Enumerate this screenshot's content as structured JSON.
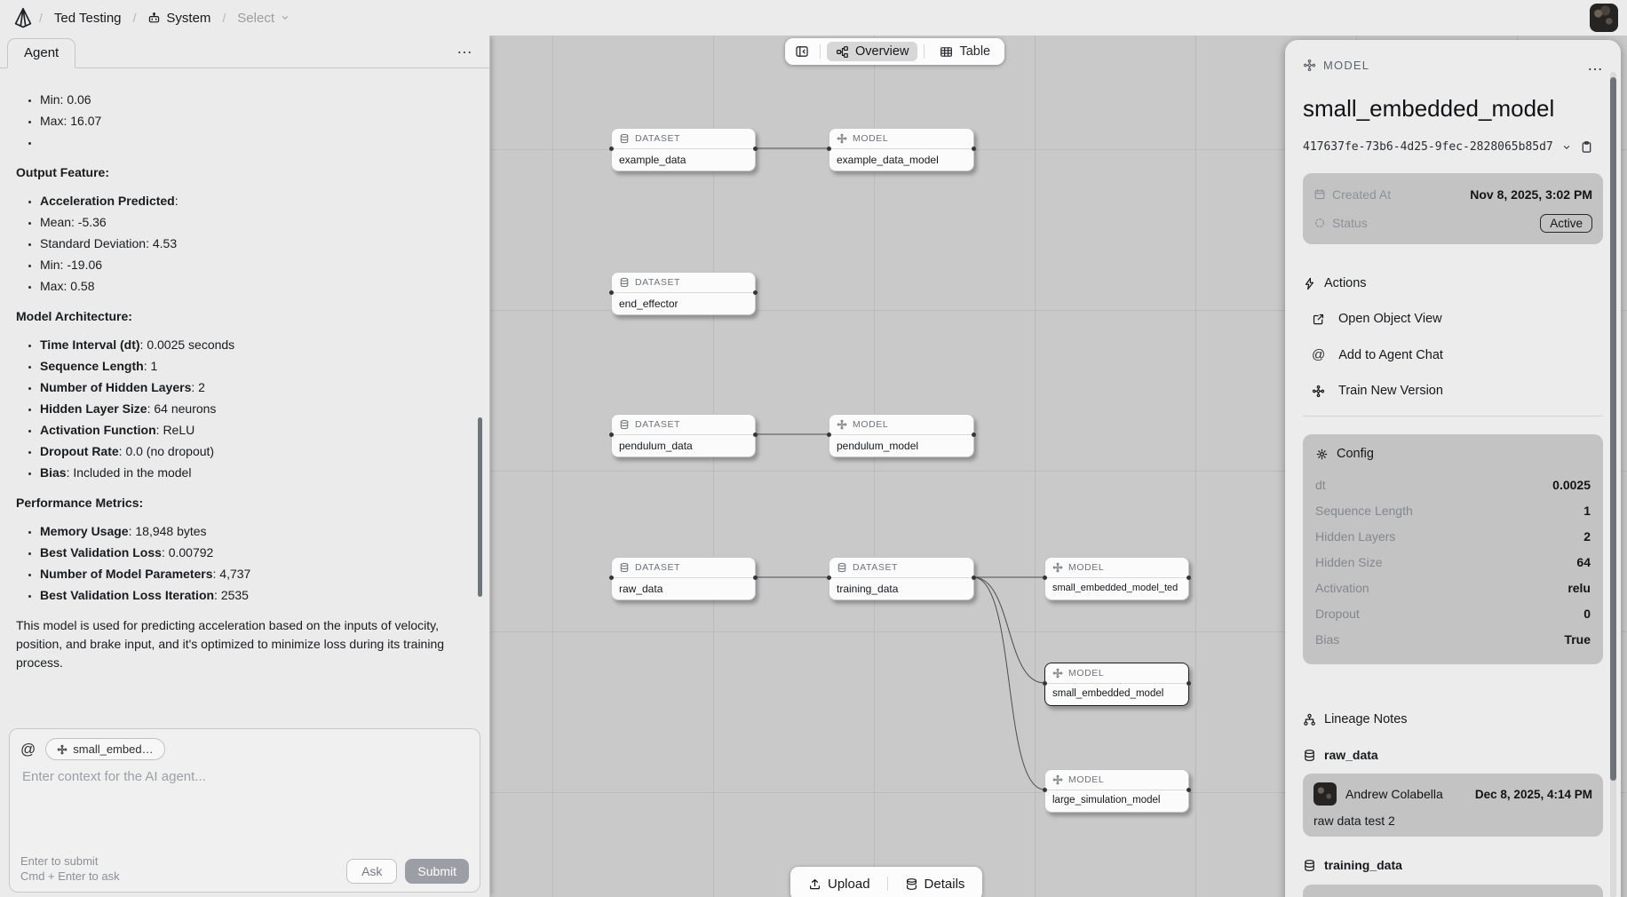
{
  "colors": {
    "canvas_bg": "#c9c9c9",
    "panel_bg": "#ececec",
    "card_gray": "#c3c3c3",
    "selected_node_border": "#1b1d20",
    "submit_bg": "#9b9fa5"
  },
  "topbar": {
    "separator": "/",
    "breadcrumb": {
      "workspace": "Ted Testing",
      "system": "System",
      "select": "Select"
    }
  },
  "agent_panel": {
    "tab_label": "Agent",
    "menu_icon": "…",
    "sections": {
      "list_a": [
        {
          "b": "",
          "t": "Min: 0.06"
        },
        {
          "b": "",
          "t": "Max: 16.07"
        },
        {
          "b": "",
          "t": ""
        }
      ],
      "heading_output": "Output Feature:",
      "list_output": [
        {
          "b": "Acceleration Predicted",
          "t": ":"
        },
        {
          "b": "",
          "t": "Mean: -5.36"
        },
        {
          "b": "",
          "t": "Standard Deviation: 4.53"
        },
        {
          "b": "",
          "t": "Min: -19.06"
        },
        {
          "b": "",
          "t": "Max: 0.58"
        }
      ],
      "heading_arch": "Model Architecture:",
      "list_arch": [
        {
          "b": "Time Interval (dt)",
          "t": ": 0.0025 seconds"
        },
        {
          "b": "Sequence Length",
          "t": ": 1"
        },
        {
          "b": "Number of Hidden Layers",
          "t": ": 2"
        },
        {
          "b": "Hidden Layer Size",
          "t": ": 64 neurons"
        },
        {
          "b": "Activation Function",
          "t": ": ReLU"
        },
        {
          "b": "Dropout Rate",
          "t": ": 0.0 (no dropout)"
        },
        {
          "b": "Bias",
          "t": ": Included in the model"
        }
      ],
      "heading_perf": "Performance Metrics:",
      "list_perf": [
        {
          "b": "Memory Usage",
          "t": ": 18,948 bytes"
        },
        {
          "b": "Best Validation Loss",
          "t": ": 0.00792"
        },
        {
          "b": "Number of Model Parameters",
          "t": ": 4,737"
        },
        {
          "b": "Best Validation Loss Iteration",
          "t": ": 2535"
        }
      ],
      "paragraph": "This model is used for predicting acceleration based on the inputs of velocity, position, and brake input, and it's optimized to minimize loss during its training process."
    },
    "composer": {
      "at_symbol": "@",
      "chip": "small_embed…",
      "placeholder": "Enter context for the AI agent...",
      "hint_line1": "Enter to submit",
      "hint_line2": "Cmd + Enter to ask",
      "ask_label": "Ask",
      "submit_label": "Submit"
    }
  },
  "canvas": {
    "top_toolbar": {
      "overview_label": "Overview",
      "table_label": "Table"
    },
    "bottom_toolbar": {
      "upload_label": "Upload",
      "details_label": "Details"
    },
    "nodes": [
      {
        "type": "DATASET",
        "name": "example_data"
      },
      {
        "type": "MODEL",
        "name": "example_data_model"
      },
      {
        "type": "DATASET",
        "name": "end_effector"
      },
      {
        "type": "DATASET",
        "name": "pendulum_data"
      },
      {
        "type": "MODEL",
        "name": "pendulum_model"
      },
      {
        "type": "DATASET",
        "name": "raw_data"
      },
      {
        "type": "DATASET",
        "name": "training_data"
      },
      {
        "type": "MODEL",
        "name": "small_embedded_model_ted"
      },
      {
        "type": "MODEL",
        "name": "small_embedded_model"
      },
      {
        "type": "MODEL",
        "name": "large_simulation_model"
      }
    ]
  },
  "detail_panel": {
    "type_label": "MODEL",
    "menu_icon": "…",
    "title": "small_embedded_model",
    "object_id": "417637fe-73b6-4d25-9fec-2828065b85d7",
    "meta": {
      "created_label": "Created At",
      "created_value": "Nov 8, 2025, 3:02 PM",
      "status_label": "Status",
      "status_value": "Active"
    },
    "actions": {
      "header": "Actions",
      "open_object_view": "Open Object View",
      "add_to_agent_chat": "Add to Agent Chat",
      "train_new_version": "Train New Version",
      "at_symbol": "@"
    },
    "config": {
      "header": "Config",
      "rows": [
        {
          "label": "dt",
          "value": "0.0025"
        },
        {
          "label": "Sequence Length",
          "value": "1"
        },
        {
          "label": "Hidden Layers",
          "value": "2"
        },
        {
          "label": "Hidden Size",
          "value": "64"
        },
        {
          "label": "Activation",
          "value": "relu"
        },
        {
          "label": "Dropout",
          "value": "0"
        },
        {
          "label": "Bias",
          "value": "True"
        }
      ]
    },
    "lineage": {
      "header": "Lineage Notes",
      "group1_name": "raw_data",
      "note": {
        "author": "Andrew Colabella",
        "timestamp": "Dec 8, 2025, 4:14 PM",
        "text": "raw data test 2"
      },
      "group2_name": "training_data"
    }
  }
}
